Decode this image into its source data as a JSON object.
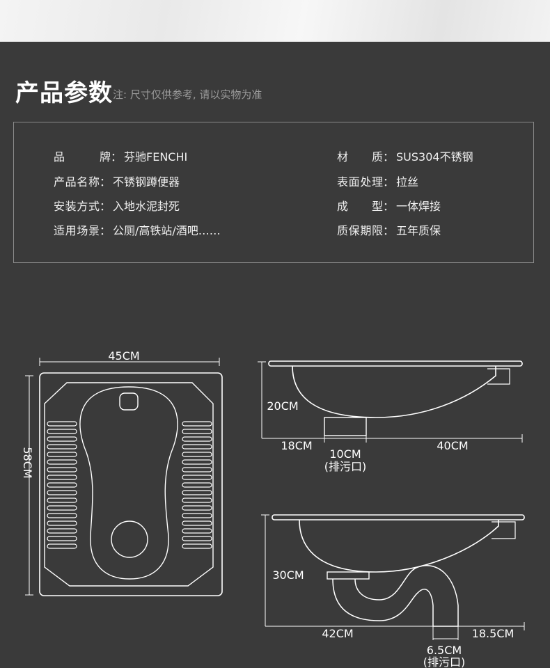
{
  "header": {
    "title": "产品参数",
    "note": "注: 尺寸仅供参考, 请以实物为准"
  },
  "params": {
    "brand": {
      "label": "品牌",
      "value": "芬驰FENCHI"
    },
    "material": {
      "label": "材质",
      "value": "SUS304不锈钢"
    },
    "name": {
      "label": "产品名称",
      "value": "不锈钢蹲便器"
    },
    "surface": {
      "label": "表面处理",
      "value": "拉丝"
    },
    "install": {
      "label": "安装方式",
      "value": "入地水泥封死"
    },
    "forming": {
      "label": "成型",
      "value": "一体焊接"
    },
    "scene": {
      "label": "适用场景",
      "value": "公厕/高铁站/酒吧……"
    },
    "warranty": {
      "label": "质保期限",
      "value": "五年质保"
    }
  },
  "separator": "：",
  "dimensions": {
    "top_width": "45CM",
    "top_length": "58CM",
    "side1_height": "20CM",
    "side1_left": "18CM",
    "side1_right": "40CM",
    "side1_drain": "10CM",
    "side1_drain_note": "(排污口)",
    "side2_height": "30CM",
    "side2_left": "42CM",
    "side2_right": "18.5CM",
    "side2_drain": "6.5CM",
    "side2_drain_note": "(排污口)"
  }
}
